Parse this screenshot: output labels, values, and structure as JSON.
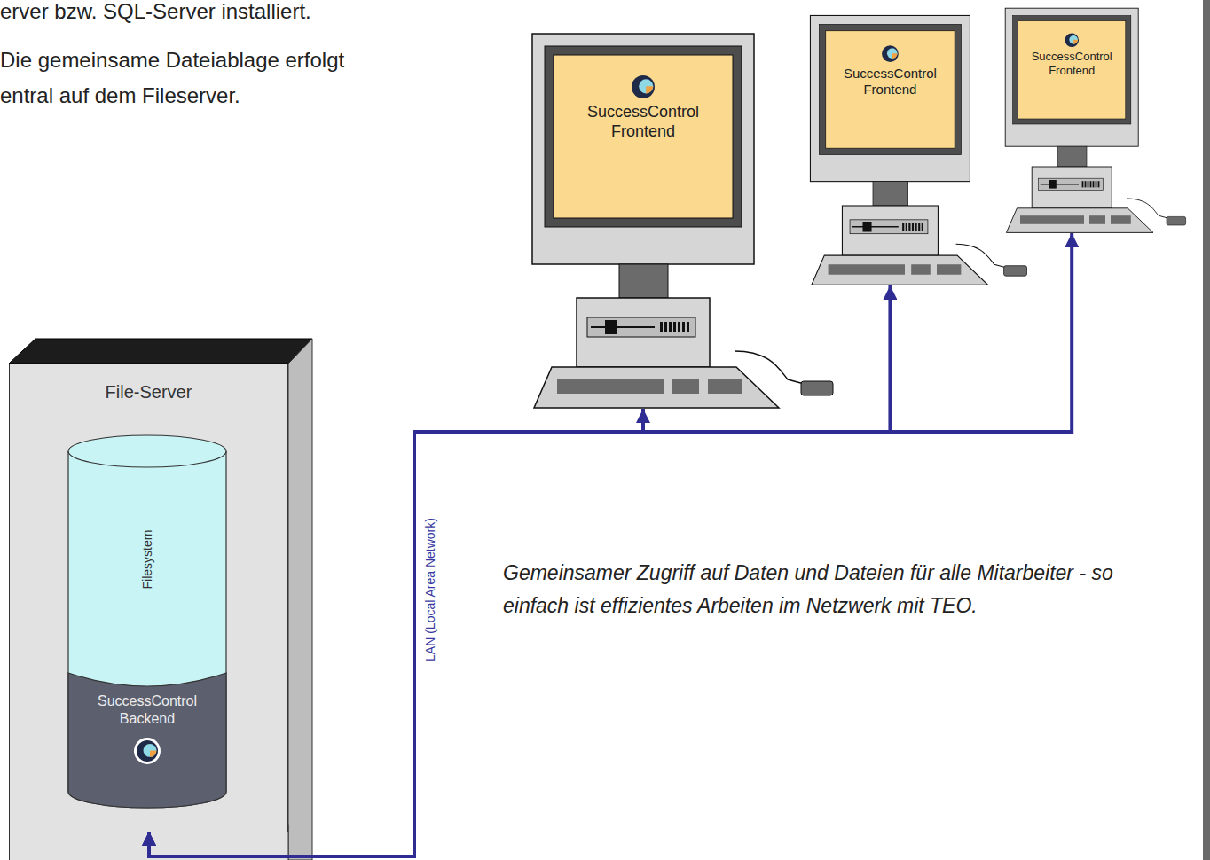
{
  "diagram": {
    "nodes": [
      {
        "text": [
          "SuccessControl Frontend"
        ]
      },
      {
        "text": [
          "SuccessControl Frontend"
        ]
      },
      {
        "text": [
          "SuccessControl Frontend"
        ]
      },
      {
        "text": [
          "File-Server"
        ]
      },
      {
        "text": [
          "Filesystem"
        ],
        "in": 3
      },
      {
        "text": [
          "SuccessControl Backend"
        ],
        "in": 4
      }
    ],
    "edges": [
      {
        "from": 3,
        "to": 0,
        "arrow": "both"
      },
      {
        "from": 3,
        "to": 1,
        "arrow": "both"
      },
      {
        "from": 3,
        "to": 2,
        "arrow": "both"
      }
    ],
    "labels": [
      "erver bzw. SQL-Server installiert.",
      "Die gemeinsame Dateiablage erfolgt entral auf dem Fileserver.",
      "LAN (Local Area Network)",
      "Gemeinsamer Zugriff auf Daten und Dateien für alle Mitarbeiter - so einfach ist effizientes Arbeiten im Netzwerk mit TEO."
    ]
  }
}
